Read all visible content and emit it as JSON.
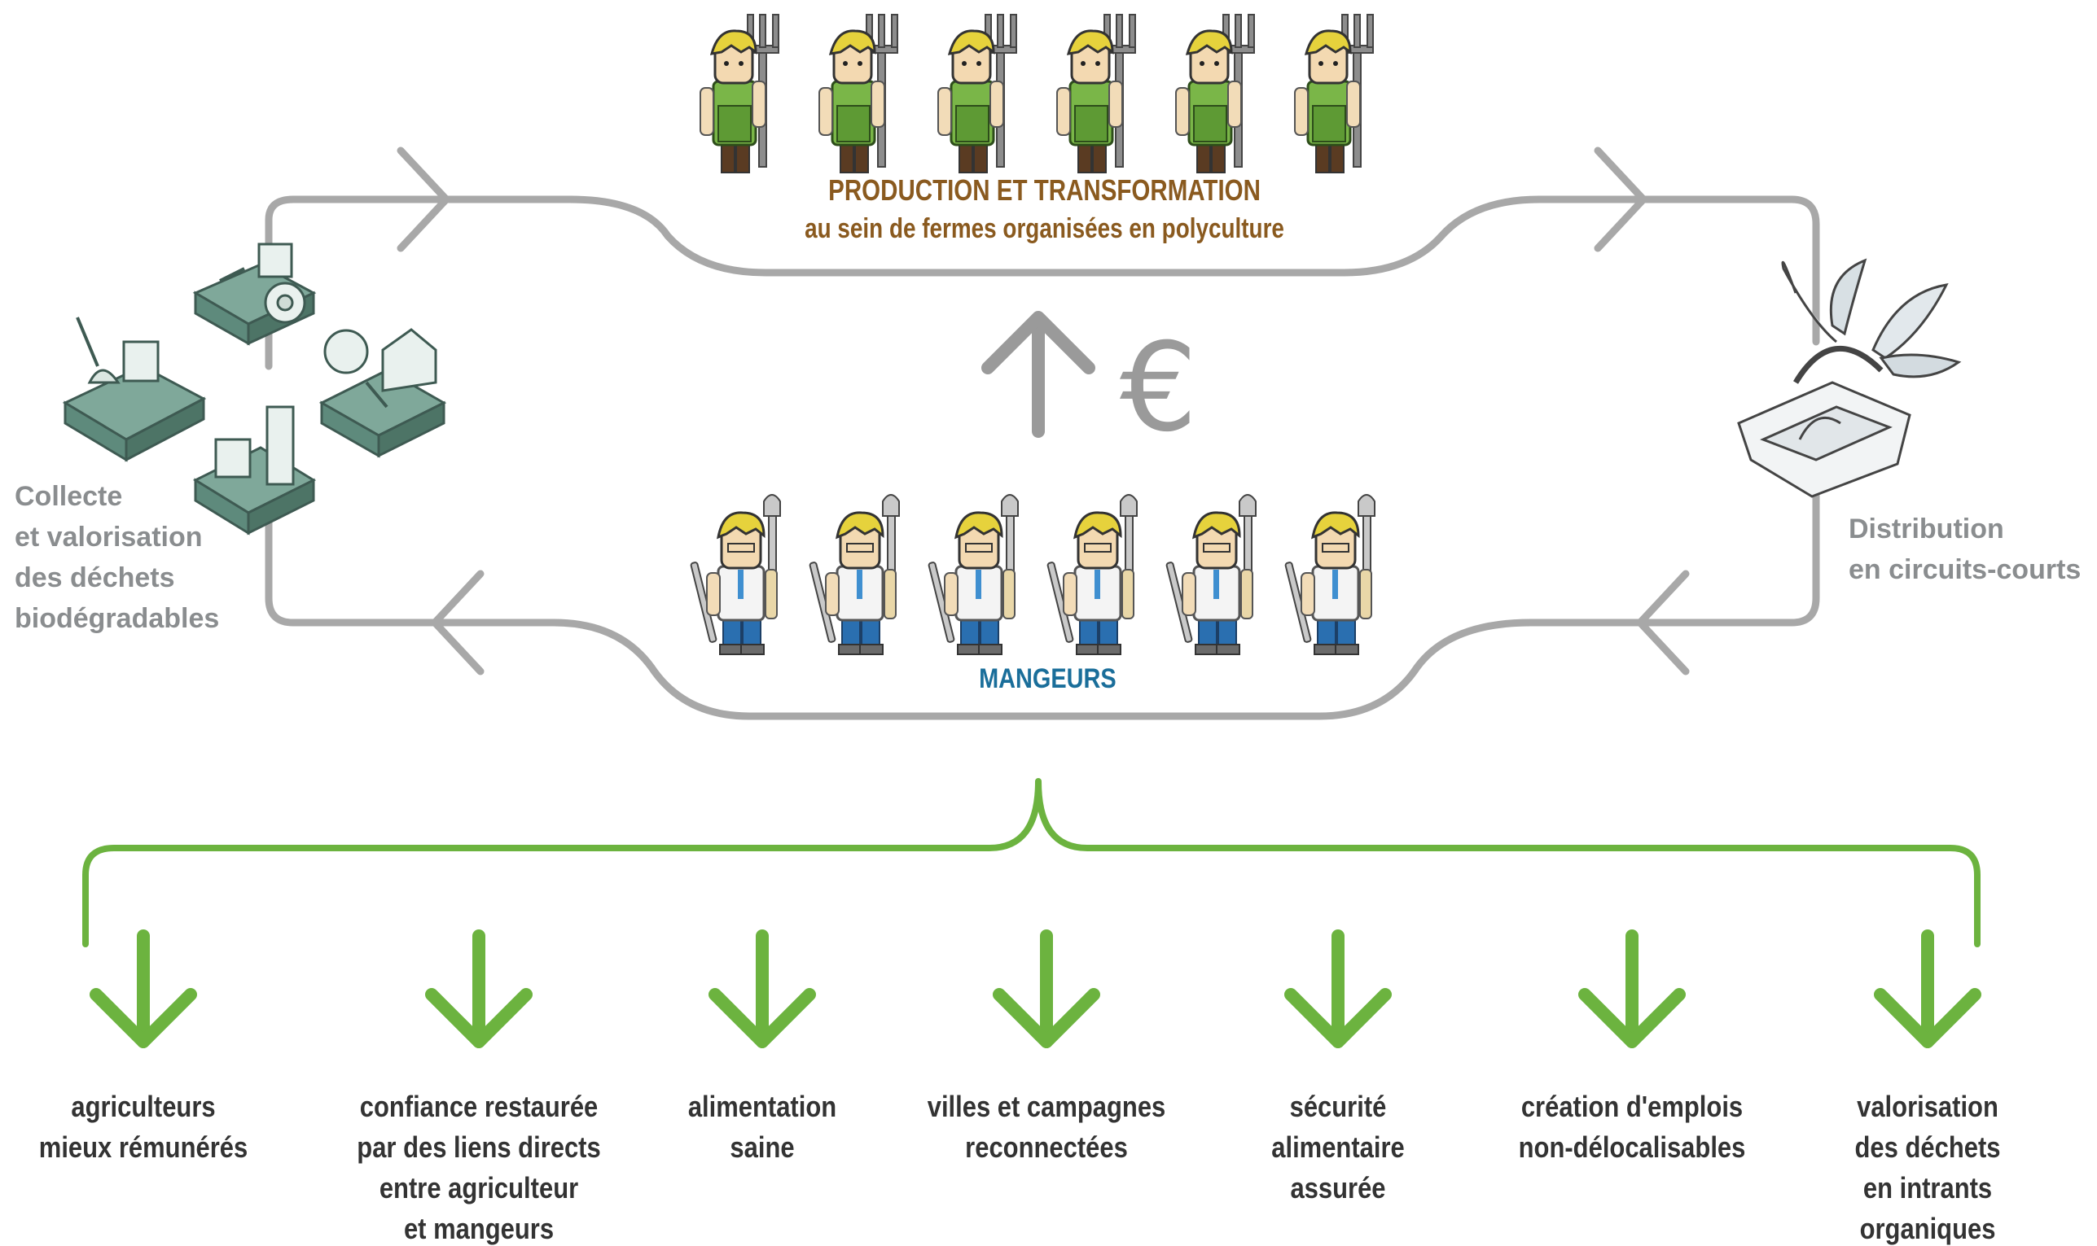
{
  "production": {
    "title": "PRODUCTION ET TRANSFORMATION",
    "subtitle": "au sein de fermes organisées en polyculture"
  },
  "eaters": {
    "label": "MANGEURS"
  },
  "currency": {
    "symbol": "€"
  },
  "collect": {
    "lines": [
      "Collecte",
      "et valorisation",
      "des déchets",
      "biodégradables"
    ]
  },
  "distribution": {
    "lines": [
      "Distribution",
      "en circuits-courts"
    ]
  },
  "benefits": [
    {
      "lines": [
        "agriculteurs",
        "mieux rémunérés"
      ]
    },
    {
      "lines": [
        "confiance restaurée",
        "par des liens directs",
        "entre agriculteur",
        "et mangeurs"
      ]
    },
    {
      "lines": [
        "alimentation",
        "saine"
      ]
    },
    {
      "lines": [
        "villes et campagnes",
        "reconnectées"
      ]
    },
    {
      "lines": [
        "sécurité",
        "alimentaire",
        "assurée"
      ]
    },
    {
      "lines": [
        "création d'emplois",
        "non-délocalisables"
      ]
    },
    {
      "lines": [
        "valorisation",
        "des déchets",
        "en intrants",
        "organiques"
      ]
    }
  ],
  "colors": {
    "loop": "#a8a8a8",
    "benefit_green": "#6cb33f",
    "farmer_shirt": "#7ab648",
    "eater_pants": "#2a6fb0",
    "title_brown": "#8a5a1f",
    "eater_blue": "#1a6e9a"
  },
  "icons": {
    "farmer": "farmer-with-pitchfork-icon",
    "eater": "eater-with-fork-and-knife-icon",
    "facilities": "waste-facilities-icon",
    "basket": "vegetable-basket-icon"
  }
}
